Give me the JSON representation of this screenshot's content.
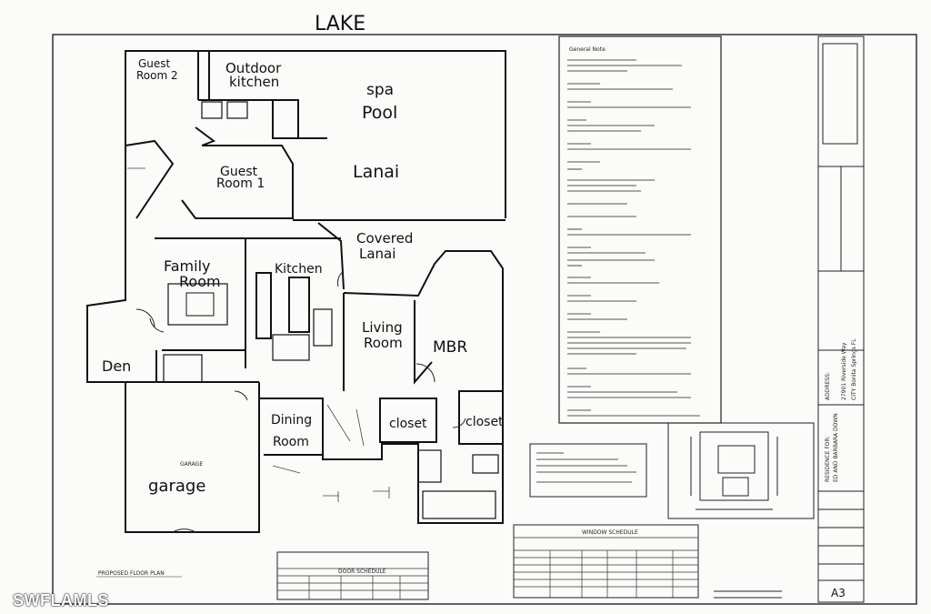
{
  "top_label": "LAKE",
  "rooms": {
    "guest_room_2": [
      "Guest",
      "Room 2"
    ],
    "outdoor_kitchen": [
      "Outdoor",
      "kitchen"
    ],
    "spa": "spa",
    "pool": "Pool",
    "guest_room_1": [
      "Guest",
      "Room 1"
    ],
    "lanai": "Lanai",
    "covered_lanai": [
      "Covered",
      "Lanai"
    ],
    "family_room": [
      "Family",
      "Room"
    ],
    "kitchen": "Kitchen",
    "living_room": [
      "Living",
      "Room"
    ],
    "mbr": "MBR",
    "den": "Den",
    "dining_room": [
      "Dining",
      "Room"
    ],
    "closet_left": "closet",
    "closet_right": "closet",
    "garage": "garage",
    "garage_tag": "GARAGE"
  },
  "plan_caption": "PROPOSED FLOOR PLAN",
  "notes_heading": "General Note",
  "schedules": {
    "window_schedule_title": "WINDOW SCHEDULE",
    "door_schedule_title": "DOOR SCHEDULE"
  },
  "title_block": {
    "residence_for": "RESIDENCE FOR:",
    "owner": "ED AND BARBARA DOWN",
    "address_label": "ADDRESS:",
    "address_line": "27901 Riverside Way",
    "city": "CITY Bonita Springs FL",
    "sheet": "A3"
  },
  "watermark": "SWFLAMLS"
}
